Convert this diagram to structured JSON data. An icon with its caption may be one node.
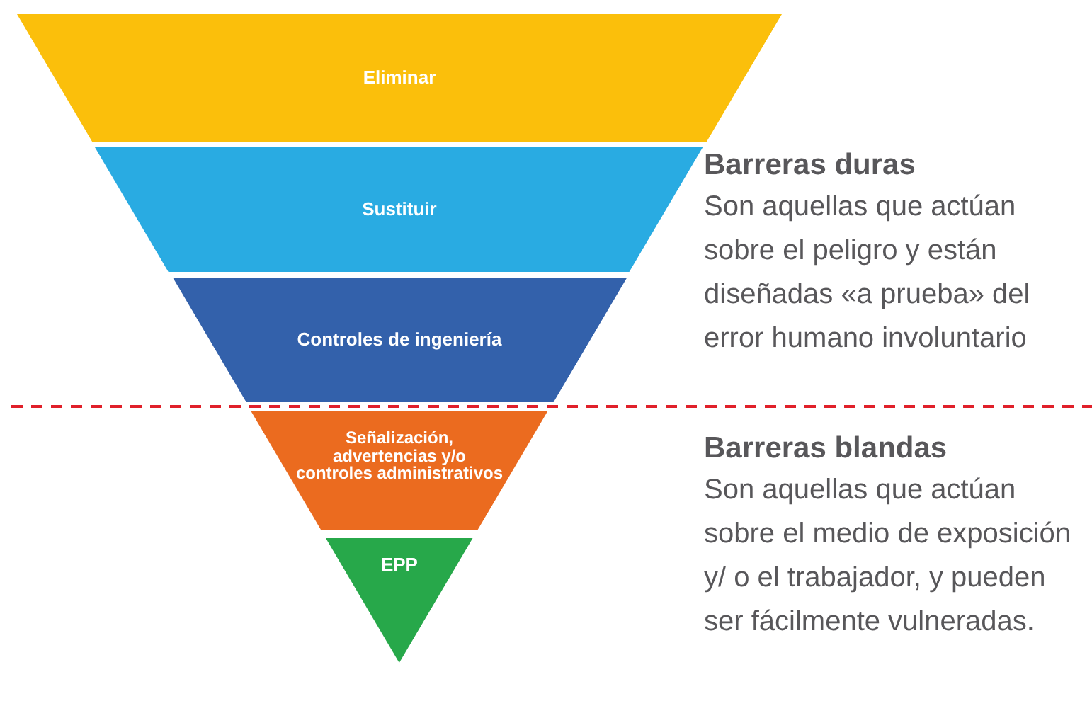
{
  "diagram": {
    "nodes": [
      {
        "text": [
          "Eliminar"
        ]
      },
      {
        "text": [
          "Sustituir"
        ]
      },
      {
        "text": [
          "Controles de ingeniería"
        ]
      },
      {
        "text": [
          "Señalización, advertencias y/o controles administrativos"
        ]
      },
      {
        "text": [
          "EPP"
        ]
      }
    ],
    "labels": [
      "Barreras duras",
      "Son aquellas que actúan sobre el peligro y están diseñadas «a prueba» del error humano involuntario",
      "Barreras blandas",
      "Son aquellas que actúan sobre el medio de exposición y/ o el trabajador, y pueden ser fácilmente vulneradas."
    ]
  }
}
